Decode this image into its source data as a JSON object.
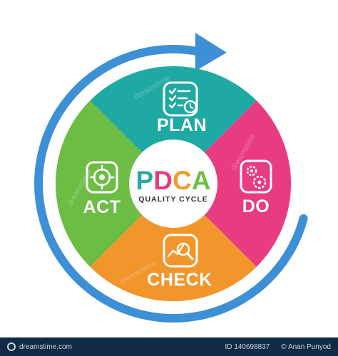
{
  "diagram": {
    "center_title_letters": [
      {
        "char": "P",
        "color": "#2ea7a3"
      },
      {
        "char": "D",
        "color": "#e53a83"
      },
      {
        "char": "C",
        "color": "#f39a2b"
      },
      {
        "char": "A",
        "color": "#6cbf45"
      }
    ],
    "center_subtitle": "QUALITY CYCLE",
    "segments": [
      {
        "key": "plan",
        "label": "PLAN",
        "color": "#1fa9a4",
        "icon": "checklist-clock-icon"
      },
      {
        "key": "do",
        "label": "DO",
        "color": "#e93b82",
        "icon": "gears-icon"
      },
      {
        "key": "check",
        "label": "CHECK",
        "color": "#f2952a",
        "icon": "magnifier-chart-icon"
      },
      {
        "key": "act",
        "label": "ACT",
        "color": "#6dbd45",
        "icon": "target-icon"
      }
    ],
    "arrow_color": "#3d8fd6",
    "watermark_text": "dreamstime"
  },
  "footer": {
    "brand": "dreamstime.com",
    "id_text": "ID 140698837",
    "author": "© Anan Punyod"
  }
}
